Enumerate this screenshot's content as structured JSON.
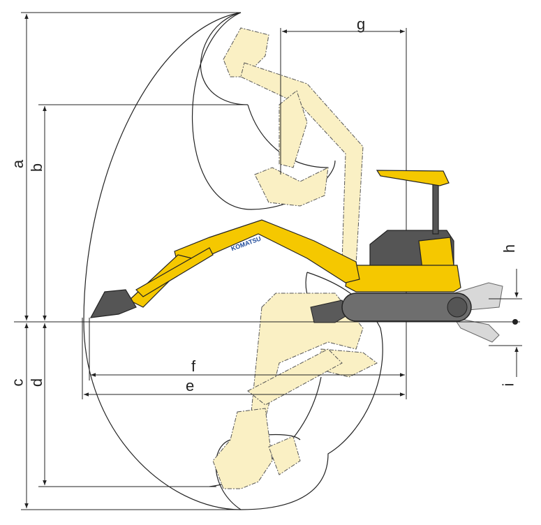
{
  "diagram": {
    "dimension_labels": {
      "a": "a",
      "b": "b",
      "c": "c",
      "d": "d",
      "e": "e",
      "f": "f",
      "g": "g",
      "h": "h",
      "i": "i"
    },
    "brand_logo_text": "KOMATSU",
    "colors": {
      "machine_yellow": "#f5c800",
      "ghost_fill": "#faf0c4",
      "undercarriage_gray": "#6e6e6e",
      "line": "#222222"
    }
  }
}
